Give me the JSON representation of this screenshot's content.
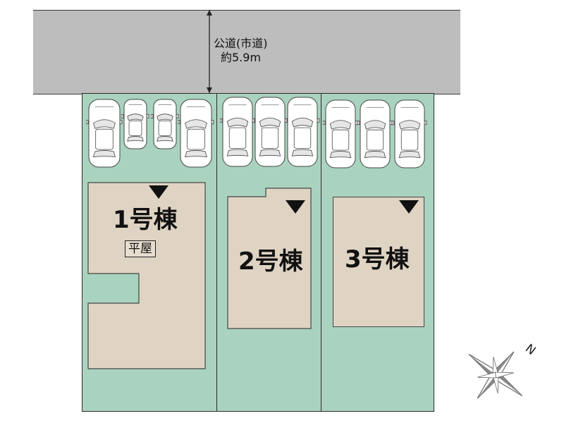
{
  "road": {
    "label": "公道(市道)",
    "width": "約5.9m"
  },
  "houses": [
    {
      "label": "1号棟",
      "badge": "平屋"
    },
    {
      "label": "2号棟"
    },
    {
      "label": "3号棟"
    }
  ],
  "compass": {
    "north_label": "N"
  },
  "colors": {
    "road": "#bdbdbd",
    "lot": "#a9d3bf",
    "house": "#dfd4c4",
    "entrance_marker": "#111111"
  }
}
